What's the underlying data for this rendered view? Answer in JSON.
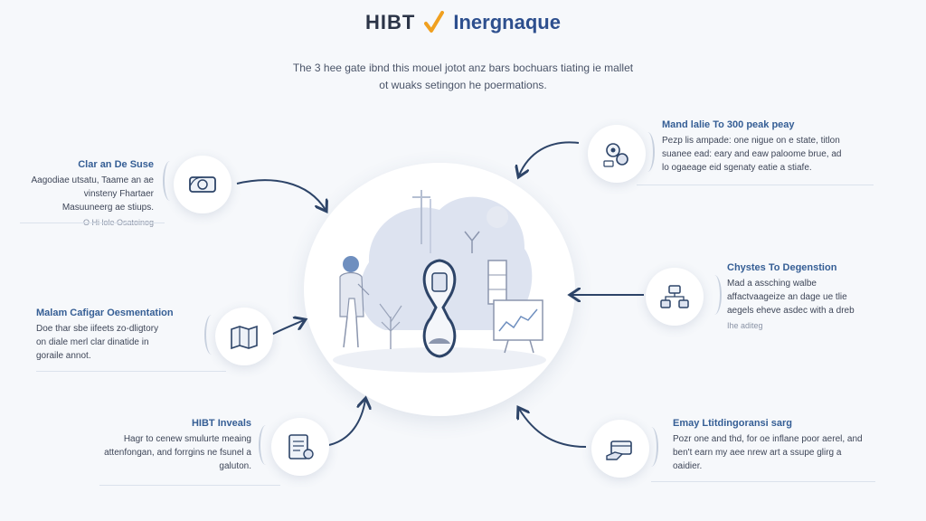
{
  "header": {
    "brand_left": "HIBT",
    "brand_right": "Inergnaque",
    "intro_line1": "The 3 hee gate ibnd this mouel jotot anz bars bochuars tiating ie mallet",
    "intro_line2": "ot wuaks setingon he poermations."
  },
  "cards": [
    {
      "title": "Clar an De Suse",
      "desc": [
        "Aagodiae utsatu, Taame an ae",
        "vinsteny Fhartaer",
        "Masuuneerg ae stiups."
      ],
      "note": "O Hi lole Osatoinog"
    },
    {
      "title": "Malam Cafigar Oesmentation",
      "desc": [
        "Doe thar sbe iifeets zo-dligtory",
        "on diale merl clar dinatide in",
        "goraile annot."
      ],
      "note": ""
    },
    {
      "title": "HIBT Inveals",
      "desc": [
        "Hagr to cenew smulurte meaing",
        "attenfongan, and forrgins ne fsunel a",
        "galuton."
      ],
      "note": ""
    },
    {
      "title": "Mand lalie To 300 peak peay",
      "desc": [
        "Pezp lis ampade: one nigue on e state, titlon",
        "suanee ead: eary and eaw paloome brue, ad",
        "lo ogaeage eid sgenaty eatie a stiafe."
      ],
      "note": ""
    },
    {
      "title": "Chystes To Degenstion",
      "desc": [
        "Mad a assching walbe",
        "affactvaageize an dage ue tlie",
        "aegels eheve asdec with a dreb"
      ],
      "note": "Ihe aditeg"
    },
    {
      "title": "Emay Ltitdingoransi sarg",
      "desc": [
        "Pozr one and thd, for oe inflane poor aerel, and",
        "ben't earn my aee nrew art a ssupe glirg a",
        "oaidier."
      ],
      "note": ""
    }
  ],
  "colors": {
    "accent": "#355e95",
    "arrow": "#2d4468",
    "hub_shapes": "#dde3f0",
    "brand_mark": "#f0a020"
  },
  "icons": [
    "money-icon",
    "map-icon",
    "document-icon",
    "gears-icon",
    "network-icon",
    "hand-card-icon"
  ]
}
